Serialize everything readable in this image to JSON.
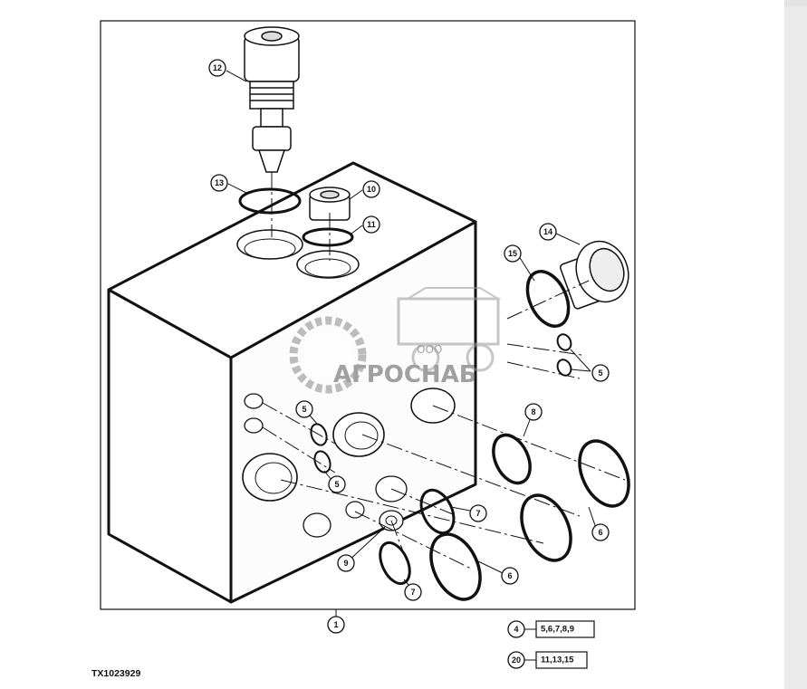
{
  "figure_id": "TX1023929",
  "callouts": {
    "c1": "1",
    "c5a": "5",
    "c5b": "5",
    "c5c": "5",
    "c6a": "6",
    "c6b": "6",
    "c7a": "7",
    "c7b": "7",
    "c8": "8",
    "c9": "9",
    "c10": "10",
    "c11": "11",
    "c12": "12",
    "c13": "13",
    "c14": "14",
    "c15": "15"
  },
  "kits": [
    {
      "number": "4",
      "parts": "5,6,7,8,9"
    },
    {
      "number": "20",
      "parts": "11,13,15"
    }
  ],
  "watermark": {
    "small_text": "ООО",
    "brand": "АГРОСНАБ"
  },
  "colors": {
    "line": "#111111",
    "background": "#ffffff",
    "watermark": "#8a8a8a"
  }
}
